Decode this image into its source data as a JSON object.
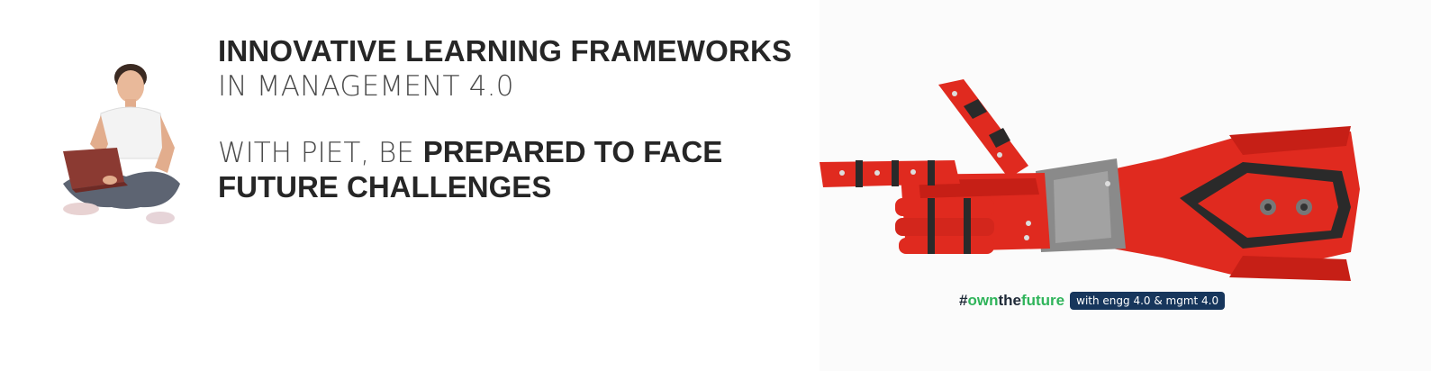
{
  "headline": {
    "line1": "INNOVATIVE LEARNING FRAMEWORKS",
    "line2": "IN MANAGEMENT 4.0"
  },
  "tagline": {
    "prefix": "WITH PIET, BE ",
    "emphasis_1": "PREPARED TO FACE",
    "emphasis_2": "FUTURE CHALLENGES"
  },
  "brand": {
    "hash": "#",
    "own": "own",
    "the": "the",
    "future": "future",
    "pill": "with engg 4.0 & mgmt 4.0"
  },
  "colors": {
    "hand_red": "#e02a1f",
    "hand_dark": "#2a2a2a",
    "hand_grey": "#8a8a8a",
    "brand_green": "#2fb45a",
    "brand_navy": "#17365c"
  }
}
